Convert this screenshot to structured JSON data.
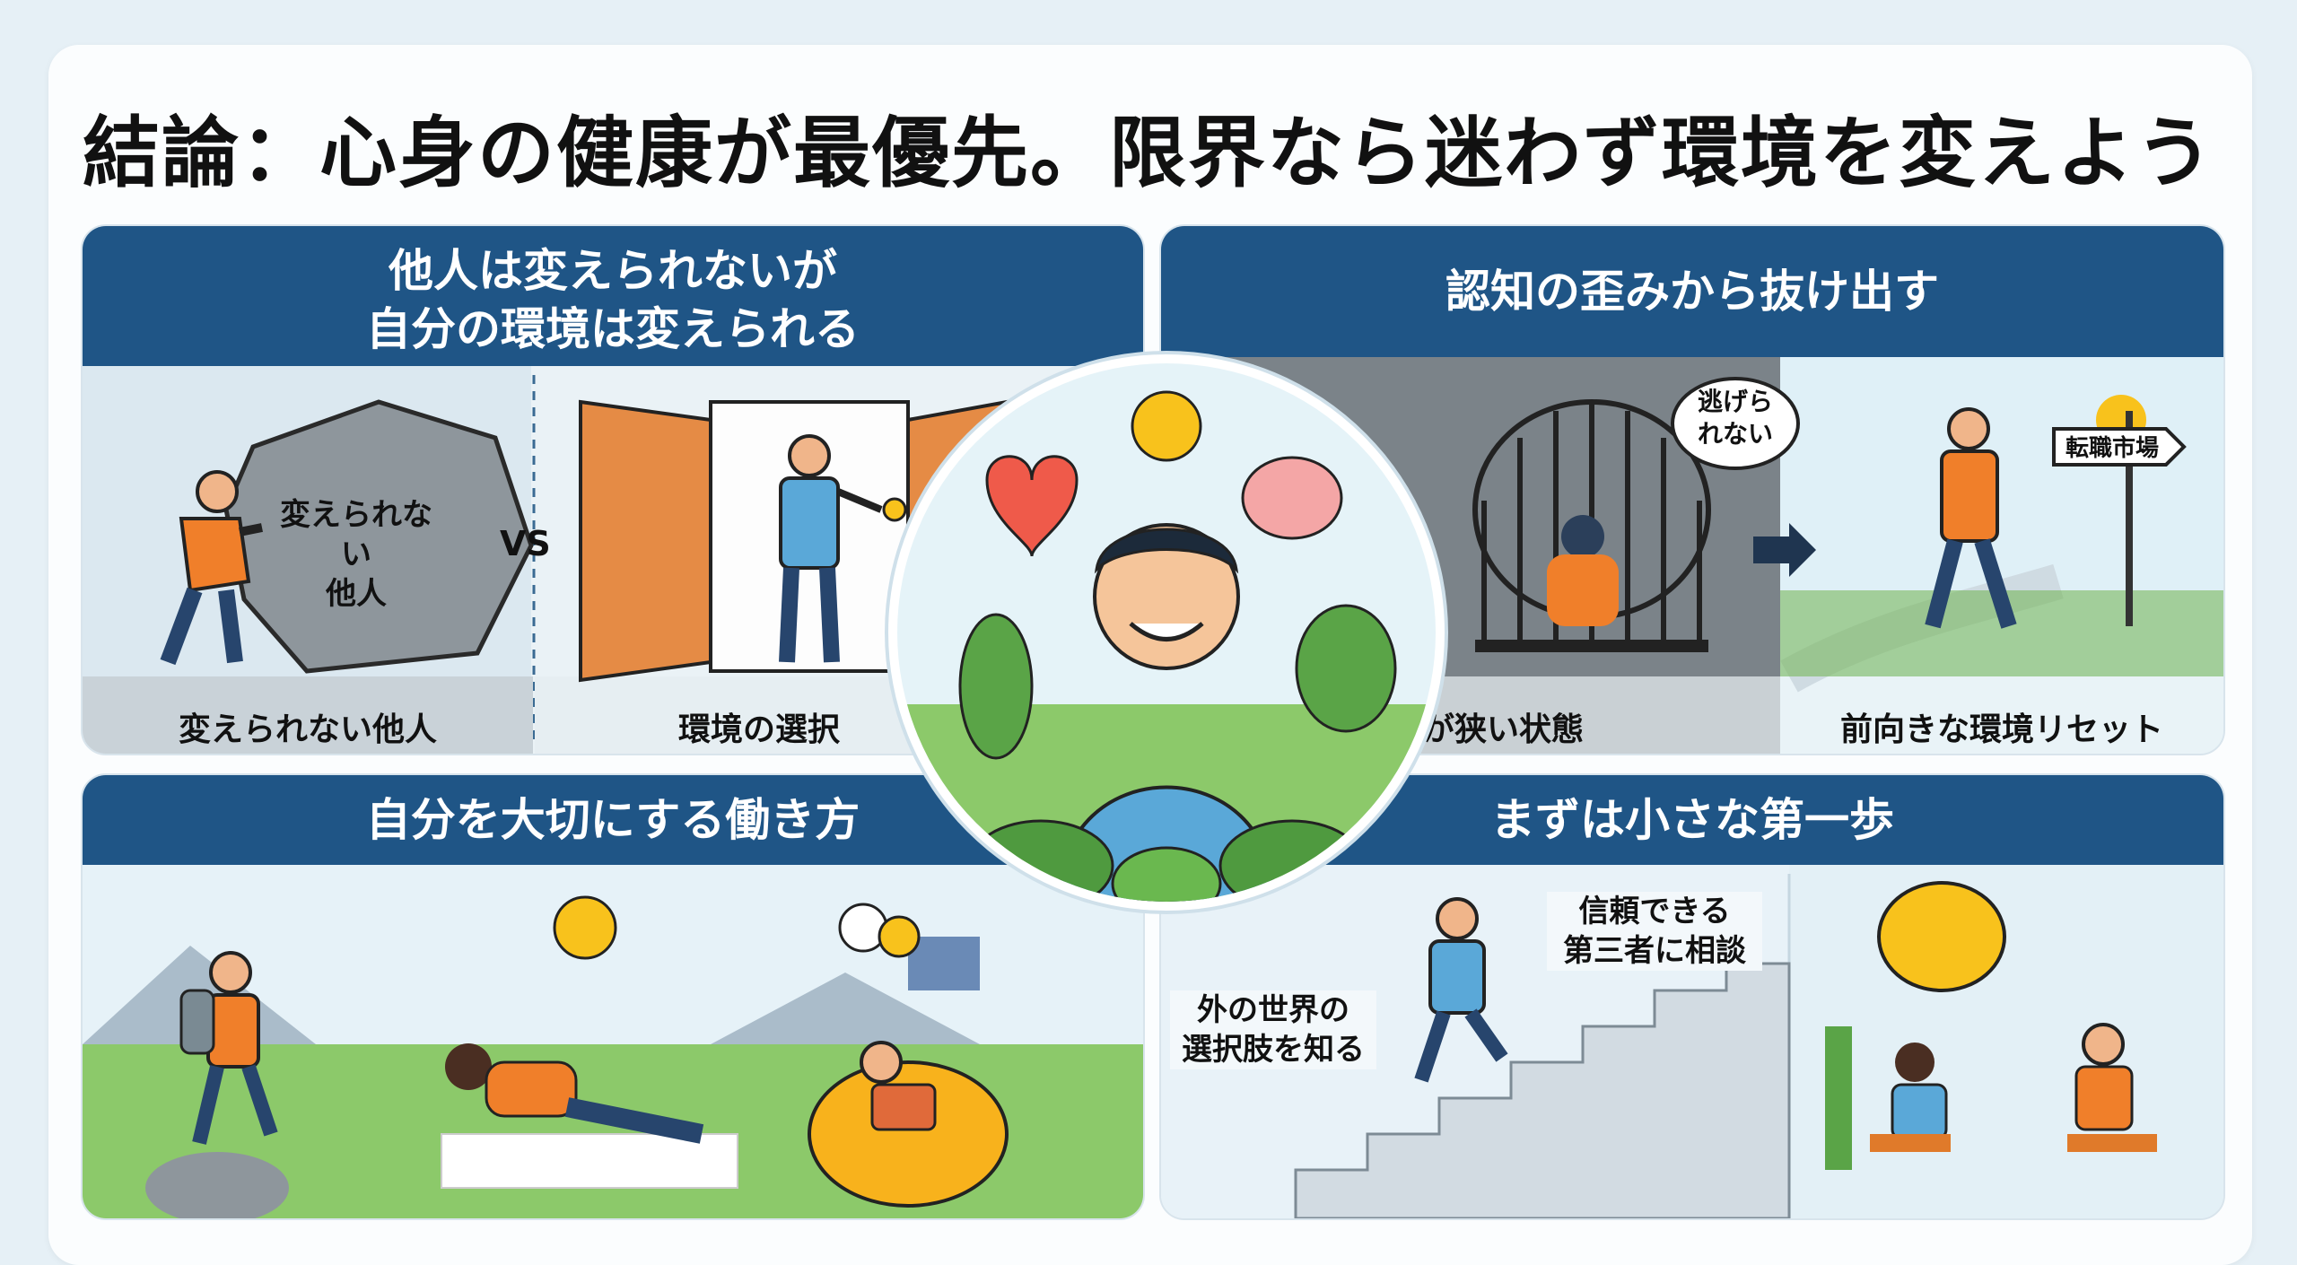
{
  "main_title": "結論：心身の健康が最優先。限界なら迷わず環境を変えよう",
  "panels": {
    "top_left": {
      "header_line1": "他人は変えられないが",
      "header_line2": "自分の環境は変えられる",
      "rock_label_line1": "変えられない",
      "rock_label_line2": "他人",
      "vs_label": "VS",
      "caption_left": "変えられない他人",
      "caption_right": "環境の選択"
    },
    "top_right": {
      "header": "認知の歪みから抜け出す",
      "thought_line1": "逃げら",
      "thought_line2": "れない",
      "signpost": "転職市場",
      "caption_left": "視野が狭い状態",
      "caption_right": "前向きな環境リセット"
    },
    "bottom_left": {
      "header": "自分を大切にする働き方"
    },
    "bottom_right": {
      "header": "まずは小さな第一歩",
      "label_consult_line1": "信頼できる",
      "label_consult_line2": "第三者に相談",
      "label_world_line1": "外の世界の",
      "label_world_line2": "選択肢を知る"
    }
  },
  "colors": {
    "header_blue": "#1f5586",
    "accent_orange": "#f07f2a",
    "shirt_blue": "#5aa8d8",
    "leaf_green": "#5aa447",
    "sun_yellow": "#f8c21c"
  }
}
